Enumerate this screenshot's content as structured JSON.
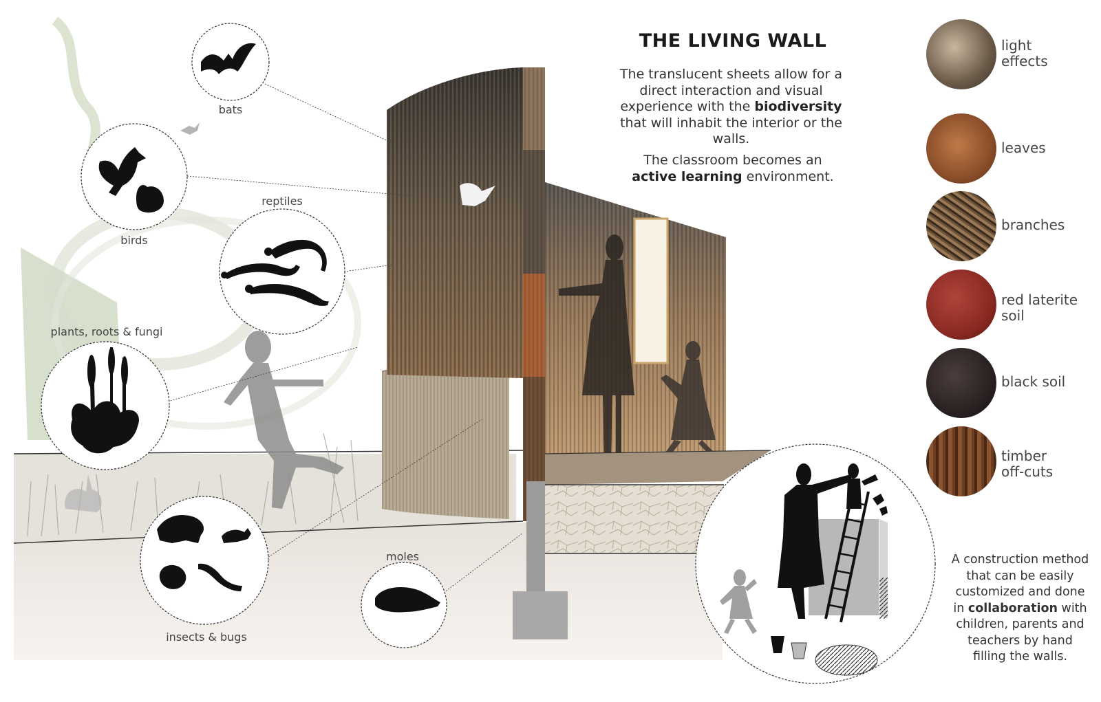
{
  "heading": {
    "title": "THE LIVING WALL",
    "intro_1a": "The translucent sheets allow for a direct interaction and visual experience with the ",
    "intro_1b": "biodiversity",
    "intro_1c": " that will inhabit the interior or the walls.",
    "intro_2a": "The classroom becomes an ",
    "intro_2b": "active learning",
    "intro_2c": " environment."
  },
  "species": [
    {
      "label": "bats",
      "icon": "bat-icon"
    },
    {
      "label": "birds",
      "icon": "bird-icon"
    },
    {
      "label": "reptiles",
      "icon": "lizard-icon"
    },
    {
      "label": "plants, roots & fungi",
      "icon": "plant-icon"
    },
    {
      "label": "insects & bugs",
      "icon": "insect-icon"
    },
    {
      "label": "moles",
      "icon": "mole-icon"
    }
  ],
  "materials": [
    {
      "label_1": "light",
      "label_2": "effects",
      "color": "#7a6a58"
    },
    {
      "label_1": "leaves",
      "label_2": "",
      "color": "#8a4e2a"
    },
    {
      "label_1": "branches",
      "label_2": "",
      "color": "#6b5136"
    },
    {
      "label_1": "red laterite",
      "label_2": "soil",
      "color": "#8a2a22"
    },
    {
      "label_1": "black soil",
      "label_2": "",
      "color": "#2a2222"
    },
    {
      "label_1": "timber",
      "label_2": "off-cuts",
      "color": "#6a3c22"
    }
  ],
  "footnote": {
    "a": "A construction method that can be easily customized and done in ",
    "b": "collaboration",
    "c": " with children, parents and teachers by hand filling the walls."
  }
}
